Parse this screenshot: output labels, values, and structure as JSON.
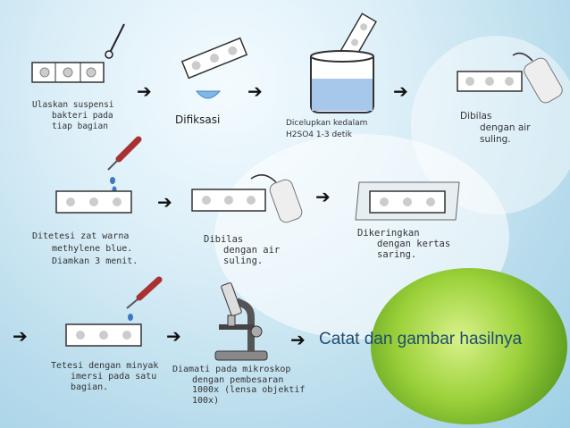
{
  "steps": {
    "s1": {
      "l1": "Ulaskan suspensi",
      "l2": "bakteri pada",
      "l3": "tiap bagian"
    },
    "s2": {
      "l1": "Difiksasi"
    },
    "s3": {
      "l1": "Dicelupkan kedalam",
      "l2": "H2SO4 1-3 detik"
    },
    "s4": {
      "l1": "Dibilas",
      "l2": "dengan air",
      "l3": "suling."
    },
    "s5": {
      "l1": "Ditetesi zat warna",
      "l2": "methylene blue.",
      "l3": "Diamkan 3 menit."
    },
    "s6": {
      "l1": "Dibilas",
      "l2": "dengan air",
      "l3": "suling."
    },
    "s7": {
      "l1": "Dikeringkan",
      "l2": "dengan kertas",
      "l3": "saring."
    },
    "s8": {
      "l1": "Tetesi dengan minyak",
      "l2": "imersi pada satu",
      "l3": "bagian."
    },
    "s9": {
      "l1": "Diamati pada mikroskop",
      "l2": "dengan pembesaran",
      "l3": "1000x (lensa objektif",
      "l4": "100x)"
    }
  },
  "conclusion": "Catat dan gambar hasilnya",
  "arrow_glyph": "➔",
  "colors": {
    "slide_border": "#333333",
    "bg": "#b9dcec",
    "dropper_red": "#a83232",
    "water_blue": "#5aa0d8"
  }
}
